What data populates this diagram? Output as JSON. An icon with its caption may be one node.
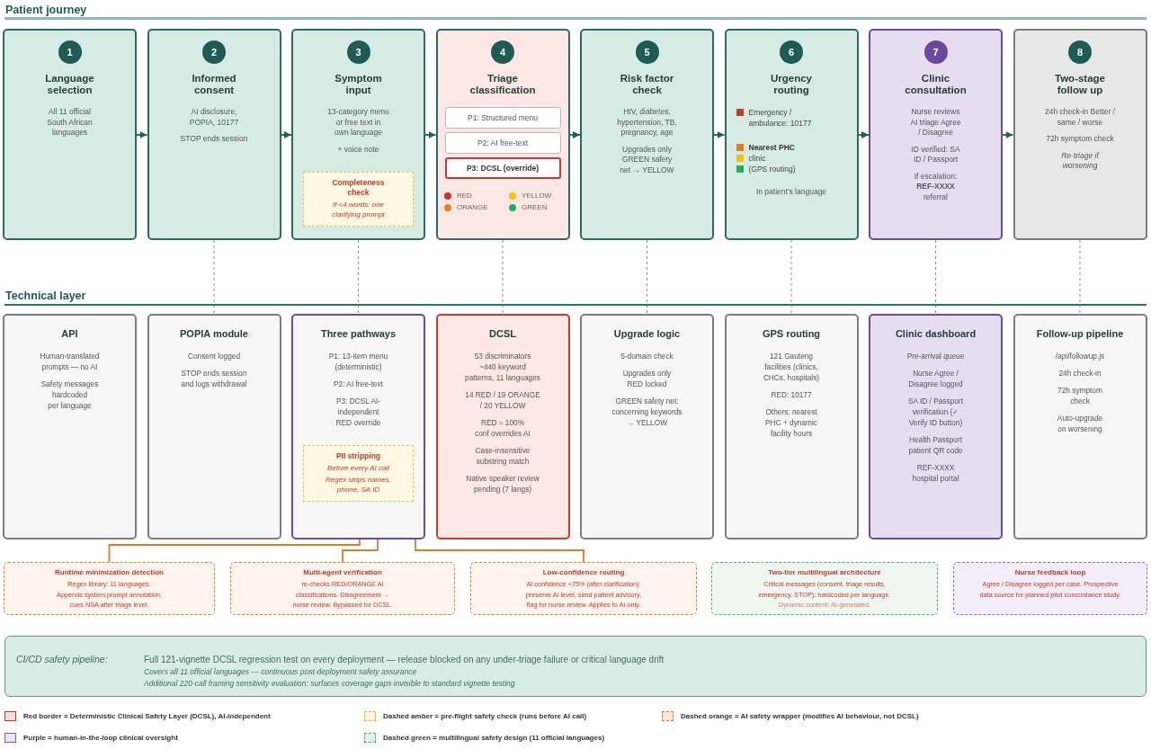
{
  "diagram": {
    "nodes": [
      {
        "text": [
          "Language selection",
          "All 11 official South African languages"
        ]
      },
      {
        "text": [
          "1"
        ],
        "in": 0
      },
      {
        "text": [
          "Informed consent",
          "AI disclosure, POPIA, 10177",
          "STOP ends session"
        ]
      },
      {
        "text": [
          "2"
        ],
        "in": 2
      },
      {
        "text": [
          "Symptom input",
          "13-category menu or free text in own language",
          "+ voice note"
        ]
      },
      {
        "text": [
          "3"
        ],
        "in": 4
      },
      {
        "text": [
          "Completeness check",
          "If <4 words: one clarifying prompt"
        ],
        "in": 4
      },
      {
        "text": [
          "Triage classification",
          "RED",
          "YELLOW",
          "ORANGE",
          "GREEN"
        ]
      },
      {
        "text": [
          "4"
        ],
        "in": 7
      },
      {
        "text": [
          "P1: Structured menu"
        ],
        "in": 7
      },
      {
        "text": [
          "P2: AI free-text"
        ],
        "in": 7
      },
      {
        "text": [
          "P3: DCSL (override)"
        ],
        "in": 7
      },
      {
        "text": [
          "Risk factor check",
          "HIV, diabetes, hypertension, TB, pregnancy, age",
          "Upgrades only GREEN safety net → YELLOW"
        ]
      },
      {
        "text": [
          "5"
        ],
        "in": 12
      },
      {
        "text": [
          "Urgency routing",
          "Emergency / ambulance: 10177",
          "Nearest PHC",
          "clinic",
          "(GPS routing)",
          "In patient's language"
        ]
      },
      {
        "text": [
          "6"
        ],
        "in": 14
      },
      {
        "text": [
          "Clinic consultation",
          "Nurse reviews AI triage Agree / Disagree",
          "ID verified: SA ID / Passport",
          "If escalation: **REF-XXXX** referral"
        ]
      },
      {
        "text": [
          "7"
        ],
        "in": 16
      },
      {
        "text": [
          "Two-stage follow up",
          "24h check-in Better / same / worse",
          "72h symptom check",
          "Re-triage if worsening"
        ]
      },
      {
        "text": [
          "8"
        ],
        "in": 18
      },
      {
        "text": [
          "API",
          "Human-translated prompts — no AI",
          "Safety messages hardcoded per language"
        ]
      },
      {
        "text": [
          "POPIA module",
          "Consent logged",
          "STOP ends session and logs withdrawal"
        ]
      },
      {
        "text": [
          "Three pathways",
          "P1: 13-item menu (deterministic)",
          "P2: AI free-text",
          "P3: DCSL AI-independent RED override"
        ]
      },
      {
        "text": [
          "PII stripping",
          "Before every AI call",
          "Regex strips names, phone, SA ID"
        ],
        "in": 22
      },
      {
        "text": [
          "DCSL",
          "53 discriminators ~440 keyword patterns, 11 languages",
          "14 RED / 19 ORANGE / 20 YELLOW",
          "RED = 100% conf overrides AI",
          "Case-insensitive substring match",
          "Native speaker review pending (7 langs)"
        ]
      },
      {
        "text": [
          "Upgrade logic",
          "5-domain check",
          "Upgrades only RED locked",
          "GREEN safety net: concerning keywords → YELLOW"
        ]
      },
      {
        "text": [
          "GPS routing",
          "121 Gauteng facilities (clinics, CHCs, hospitals)",
          "RED: 10177",
          "Others: nearest PHC + dynamic facility hours"
        ]
      },
      {
        "text": [
          "Clinic dashboard",
          "Pre-arrival queue",
          "Nurse Agree / Disagree logged",
          "SA ID / Passport verification (✓ Verify ID button)",
          "Health Passport patient QR code",
          "REF-XXXX hospital portal"
        ]
      },
      {
        "text": [
          "Follow-up pipeline",
          "/api/followup.js",
          "24h check-in",
          "72h symptom check",
          "Auto-upgrade on worsening"
        ]
      },
      {
        "text": [
          "Runtime minimization detection",
          "Regex library: 11 languages. Appends system prompt annotation; cues NSA after triage level."
        ]
      },
      {
        "text": [
          "Multi-agent verification",
          "re-checks RED/ORANGE AI classifications. Disagreement → nurse review. Bypassed for DCSL."
        ]
      },
      {
        "text": [
          "Low-confidence routing",
          "AI confidence <75% (after clarification): preserve AI level, send patient advisory, flag for nurse review. Applies to AI only."
        ]
      },
      {
        "text": [
          "Two-tier multilingual architecture",
          "Critical messages (consent, triage results, emergency, STOP): hardcoded per language.",
          "Dynamic content: AI-generated."
        ]
      },
      {
        "text": [
          "Nurse feedback loop",
          "Agree / Disagree logged per case. Prospective data source for planned pilot concordance study."
        ]
      },
      {
        "text": [
          "CI/CD safety pipeline:",
          "Full 121-vignette DCSL regression test on every deployment — release blocked on any under-triage failure or critical language drift",
          "Covers all 11 official languages — continuous post-deployment safety assurance",
          "Additional 220-call framing sensitivity evaluation: surfaces coverage gaps invisible to standard vignette testing"
        ]
      }
    ],
    "edges": [
      {
        "from": 0,
        "to": 2,
        "arrow": "to"
      },
      {
        "from": 2,
        "to": 4,
        "arrow": "to"
      },
      {
        "from": 4,
        "to": 7,
        "arrow": "to"
      },
      {
        "from": 7,
        "to": 12,
        "arrow": "to"
      },
      {
        "from": 12,
        "to": 14,
        "arrow": "to"
      },
      {
        "from": 14,
        "to": 16,
        "arrow": "to"
      },
      {
        "from": 16,
        "to": 18,
        "arrow": "to"
      },
      {
        "from": 2,
        "to": 21,
        "arrow": "none",
        "style": "dashed",
        "color": "#8c8c8c"
      },
      {
        "from": 4,
        "to": 22,
        "arrow": "none",
        "style": "dashed",
        "color": "#8c8c8c"
      },
      {
        "from": 7,
        "to": 24,
        "arrow": "none",
        "style": "dashed",
        "color": "#8c8c8c"
      },
      {
        "from": 12,
        "to": 25,
        "arrow": "none",
        "style": "dashed",
        "color": "#8c8c8c"
      },
      {
        "from": 14,
        "to": 26,
        "arrow": "none",
        "style": "dashed",
        "color": "#8c8c8c"
      },
      {
        "from": 16,
        "to": 27,
        "arrow": "none",
        "style": "dashed",
        "color": "#8c8c8c"
      },
      {
        "from": 18,
        "to": 28,
        "arrow": "none",
        "style": "dashed",
        "color": "#8c8c8c"
      },
      {
        "from": 22,
        "to": 29,
        "arrow": "none",
        "color": "#e07b2a"
      },
      {
        "from": 22,
        "to": 30,
        "arrow": "none",
        "color": "#e07b2a"
      },
      {
        "from": 22,
        "to": 31,
        "arrow": "none",
        "color": "#e07b2a"
      }
    ],
    "labels": [
      "Patient journey",
      "Technical layer"
    ],
    "legend": [
      {
        "text": "Red border = Deterministic Clinical Safety Layer (DCSL), AI-independent",
        "color": "#c0392b"
      },
      {
        "text": "Dashed amber = pre-flight safety check (runs before AI call)",
        "color": "#e6b422"
      },
      {
        "text": "Dashed orange = AI safety wrapper (modifies AI behaviour, not DCSL)",
        "color": "#e07b2a"
      },
      {
        "text": "Purple = human-in-the-loop clinical oversight",
        "color": "#7b5ea7"
      },
      {
        "text": "Dashed green = multilingual safety design (11 official languages)",
        "color": "#4cae6e"
      }
    ]
  }
}
